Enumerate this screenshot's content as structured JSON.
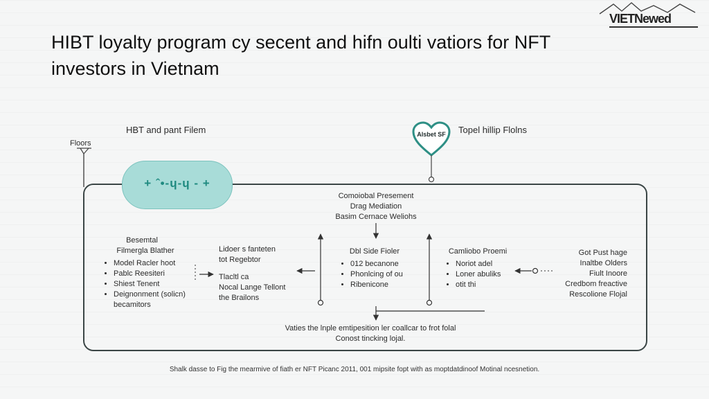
{
  "title": "HIBT loyalty program cy secent and hifn oulti vatiors for NFT investors in  Vietnam",
  "logo": {
    "text": "VIETNewed",
    "icon": "mountain-logo-icon"
  },
  "labels": {
    "left_header": "HBT and pant Filem",
    "right_header": "Topel hillip Flolns",
    "floors": "Floors",
    "badge": "Alsbet SF"
  },
  "pill": {
    "text": "+ ˆ•-ɥ-ɥ - +",
    "icon": "data-wave-icon"
  },
  "blocks": {
    "top_center": [
      "Comoiobal Presement",
      "Drag Mediation",
      "Basim Cernace Weliohs"
    ],
    "left_col": {
      "heading": [
        "Besemtal",
        "Filmergla Blather"
      ],
      "items": [
        "Model Racler hoot",
        "Pablc Reesiteri",
        "Shiest Tenent",
        "Deignonment (solicn)"
      ],
      "tail": "becamitors"
    },
    "mid_left": [
      "Lidoer s fanteten",
      "tot Regebtor",
      "Tlacltl ca",
      "Nocal Lange Tellont",
      "the Brailons"
    ],
    "center": {
      "heading": "Dbl Side Fioler",
      "items": [
        "012 becanone",
        "Phonlcing of ou",
        "Ribenicone"
      ]
    },
    "right_mid": {
      "heading": "Camliobo Proemi",
      "items": [
        "Noriot adel",
        "Loner abuliks",
        "otit thi"
      ]
    },
    "right_col": [
      "Got Pust hage",
      "Inaltbe Olders",
      "Fiult Inoore",
      "Credbom freactive",
      "Rescolione Flojal"
    ],
    "bottom_center": [
      "Vaties the lnple emtipesition ler coallcar to frot folal",
      "Conost tincking lojal."
    ]
  },
  "footer": "Shalk dasse to Fig the mearmive of fiath er NFT Picanc 2011, 001 mipsite fopt with as moptdatdinoof Motinal ncesnetion."
}
